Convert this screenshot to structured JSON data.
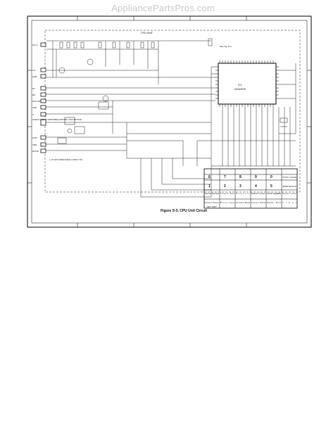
{
  "header": {
    "watermark": "AppliancePartsPros.com"
  },
  "diagram": {
    "unit_title": "CPU UNIT",
    "see_note": "See Fig. S-4",
    "ic": {
      "ref": "IC1",
      "part": "IZA5487R"
    },
    "figure_caption": "Figure S-3. CPU Unit Circuit",
    "hop_note": "( ) IF NOT SPECIFIED 1/10W ± 5%",
    "key_unit_label": "KEY UNIT",
    "connectors": [
      {
        "id": "c-cn-a",
        "label": "CN-A"
      },
      {
        "id": "c-vc",
        "label": "VC"
      },
      {
        "id": "c-gnd",
        "label": "GND"
      },
      {
        "id": "c-nt",
        "label": "NT"
      },
      {
        "id": "c-ru",
        "label": "RU"
      },
      {
        "id": "c-nucsr",
        "label": "NUC.SR"
      },
      {
        "id": "c-ash",
        "label": "ASH"
      },
      {
        "id": "c-x",
        "label": "X"
      },
      {
        "id": "c-oven",
        "label": "OVEN LAMP / TURNTABLE MOTOR / FAN MOTOR"
      },
      {
        "id": "c-gnd2",
        "label": "GND"
      },
      {
        "id": "c-vrd",
        "label": "VRD"
      },
      {
        "id": "c-door",
        "label": "DOOR"
      }
    ],
    "key_numbers": [
      "1",
      "2",
      "3",
      "4",
      "5",
      "6",
      "7",
      "8",
      "9",
      "0"
    ],
    "key_labels": [
      "Sensor Reheat",
      "Snack Bar",
      "Popcorn",
      "Baked Potato",
      "Frozen Vegetable",
      "Frozen Dinner",
      "Beverage",
      "Ground Meat",
      "Frozen Pizza",
      "Pasta / Rice",
      "Power Level",
      "Timer",
      "STOP CLEAR",
      "START Touch On"
    ]
  }
}
